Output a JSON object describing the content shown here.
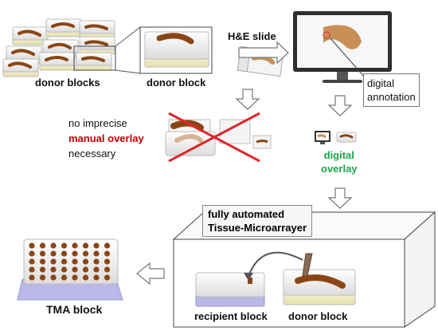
{
  "labels": {
    "donor_blocks": "donor blocks",
    "donor_block_top": "donor block",
    "he_slide": "H&E slide",
    "digital_annotation_1": "digital",
    "digital_annotation_2": "annotation",
    "no_imprecise": "no imprecise",
    "manual_overlay": "manual overlay",
    "necessary": "necessary",
    "digital_overlay_1": "digital",
    "digital_overlay_2": "overlay",
    "tma_line1": "fully automated",
    "tma_line2": "Tissue-Microarrayer",
    "tma_block": "TMA block",
    "recipient_block": "recipient block",
    "donor_block_bottom": "donor block"
  },
  "colors": {
    "tissue": "#8B4513",
    "block_cream": "#f3efc8",
    "block_white": "#eaeaea",
    "recipient_blue": "#b9b8e6",
    "cross_red": "#e0262b",
    "manual_overlay_red": "#c00000",
    "digital_overlay_green": "#1aa64a",
    "monitor_dark": "#3a3a3a",
    "screen_tissue": "#c98f55"
  },
  "icons": [
    "arrow-right-icon",
    "arrow-down-icon",
    "arrow-left-icon",
    "monitor-icon",
    "red-cross-icon",
    "needle-icon"
  ]
}
